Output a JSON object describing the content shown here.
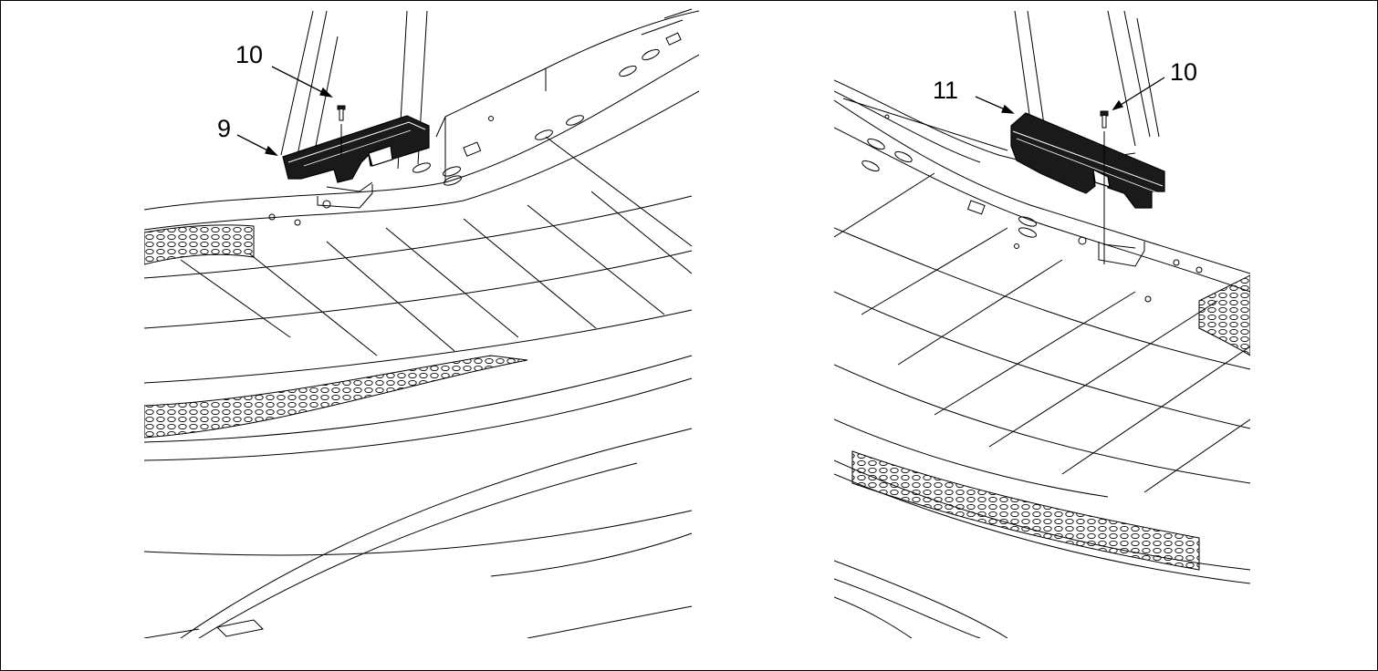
{
  "colors": {
    "line": "#000000",
    "paper": "#ffffff",
    "part_fill": "#1a1a1a"
  },
  "callouts": {
    "left_screw": "10",
    "left_bracket": "9",
    "right_bracket": "11",
    "right_screw": "10"
  }
}
